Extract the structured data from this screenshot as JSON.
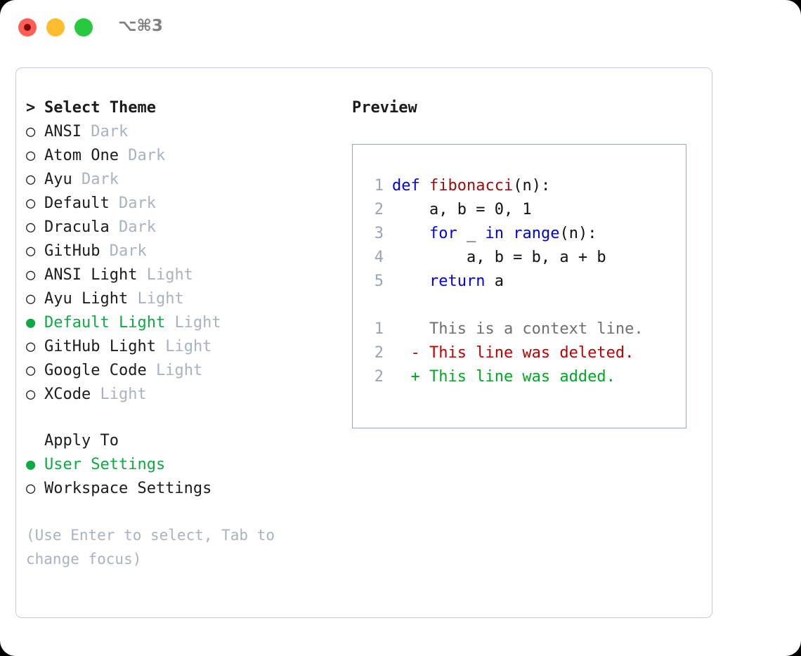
{
  "titlebar": {
    "shortcut": "⌥⌘3",
    "buttons": {
      "close": "close",
      "minimize": "minimize",
      "maximize": "maximize"
    }
  },
  "left": {
    "header": {
      "prompt": ">",
      "title": "Select Theme"
    },
    "marker_unselected": "○",
    "marker_selected": "●",
    "themes": [
      {
        "name": "ANSI",
        "badge": "Dark",
        "selected": false
      },
      {
        "name": "Atom One",
        "badge": "Dark",
        "selected": false
      },
      {
        "name": "Ayu",
        "badge": "Dark",
        "selected": false
      },
      {
        "name": "Default",
        "badge": "Dark",
        "selected": false
      },
      {
        "name": "Dracula",
        "badge": "Dark",
        "selected": false
      },
      {
        "name": "GitHub",
        "badge": "Dark",
        "selected": false
      },
      {
        "name": "ANSI Light",
        "badge": "Light",
        "selected": false
      },
      {
        "name": "Ayu Light",
        "badge": "Light",
        "selected": false
      },
      {
        "name": "Default Light",
        "badge": "Light",
        "selected": true
      },
      {
        "name": "GitHub Light",
        "badge": "Light",
        "selected": false
      },
      {
        "name": "Google Code",
        "badge": "Light",
        "selected": false
      },
      {
        "name": "XCode",
        "badge": "Light",
        "selected": false
      }
    ],
    "apply_to": {
      "label": "Apply To",
      "options": [
        {
          "name": "User Settings",
          "selected": true
        },
        {
          "name": "Workspace Settings",
          "selected": false
        }
      ]
    },
    "hint": "(Use Enter to select, Tab to change focus)"
  },
  "right": {
    "title": "Preview",
    "code_lines": [
      {
        "num": "1",
        "tokens": [
          {
            "t": "def ",
            "c": "kw"
          },
          {
            "t": "fibonacci",
            "c": "fn"
          },
          {
            "t": "(n):",
            "c": "pl"
          }
        ]
      },
      {
        "num": "2",
        "tokens": [
          {
            "t": "    a, b = 0, 1",
            "c": "pl"
          }
        ]
      },
      {
        "num": "3",
        "tokens": [
          {
            "t": "    ",
            "c": "pl"
          },
          {
            "t": "for",
            "c": "kw"
          },
          {
            "t": " _ ",
            "c": "pl"
          },
          {
            "t": "in",
            "c": "kw"
          },
          {
            "t": " ",
            "c": "pl"
          },
          {
            "t": "range",
            "c": "kw"
          },
          {
            "t": "(n):",
            "c": "pl"
          }
        ]
      },
      {
        "num": "4",
        "tokens": [
          {
            "t": "        a, b = b, a + b",
            "c": "pl"
          }
        ]
      },
      {
        "num": "5",
        "tokens": [
          {
            "t": "    ",
            "c": "pl"
          },
          {
            "t": "return",
            "c": "kw"
          },
          {
            "t": " a",
            "c": "pl"
          }
        ]
      }
    ],
    "diff_lines": [
      {
        "num": "1",
        "marker": " ",
        "text": "This is a context line.",
        "kind": "ctx"
      },
      {
        "num": "2",
        "marker": "-",
        "text": "This line was deleted.",
        "kind": "del"
      },
      {
        "num": "2",
        "marker": "+",
        "text": "This line was added.",
        "kind": "add"
      }
    ]
  },
  "colors": {
    "accent_green": "#0fa845",
    "badge_gray": "#a8b2c1",
    "keyword_blue": "#0000e6",
    "function_red": "#9c0a0a",
    "diff_delete": "#c00000",
    "diff_add": "#00a826",
    "border": "#9aa8bc"
  }
}
